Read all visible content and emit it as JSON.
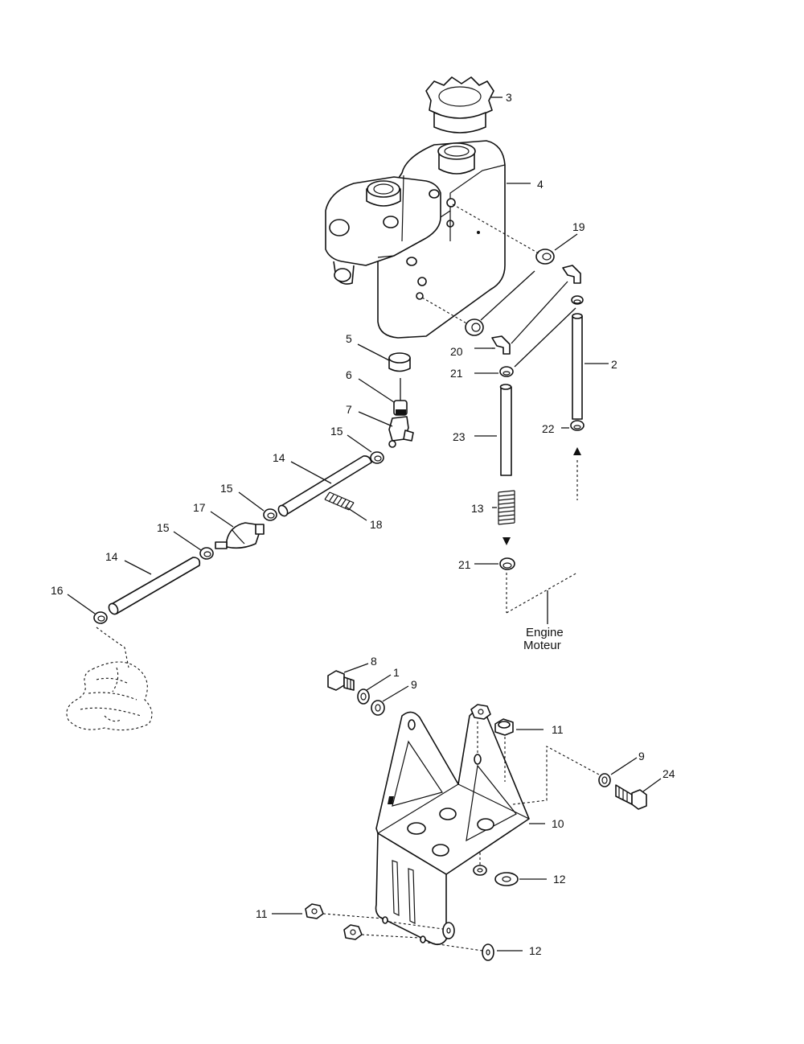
{
  "callouts": {
    "c1": "1",
    "c2": "2",
    "c3": "3",
    "c4": "4",
    "c5": "5",
    "c6": "6",
    "c7": "7",
    "c8": "8",
    "c9a": "9",
    "c9b": "9",
    "c10": "10",
    "c11a": "11",
    "c11b": "11",
    "c12a": "12",
    "c12b": "12",
    "c13": "13",
    "c14a": "14",
    "c14b": "14",
    "c15a": "15",
    "c15b": "15",
    "c15c": "15",
    "c16": "16",
    "c17": "17",
    "c18": "18",
    "c19": "19",
    "c20": "20",
    "c21a": "21",
    "c21b": "21",
    "c22": "22",
    "c23": "23",
    "c24": "24"
  },
  "engine_label": {
    "line1": "Engine",
    "line2": "Moteur"
  }
}
